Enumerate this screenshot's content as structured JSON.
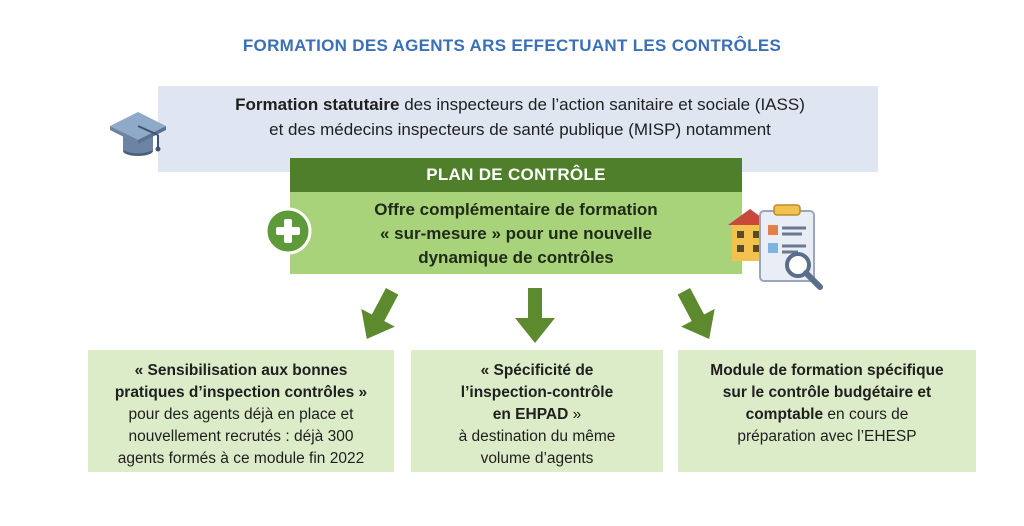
{
  "title": "FORMATION DES AGENTS ARS EFFECTUANT LES CONTRÔLES",
  "statutaire": {
    "bold": "Formation statutaire",
    "line1_rest": " des inspecteurs de l’action sanitaire et sociale (IASS)",
    "line2": "et des médecins inspecteurs de santé publique (MISP) notamment"
  },
  "plan": {
    "header": "PLAN DE CONTRÔLE",
    "line1": "Offre complémentaire de formation",
    "line2": "« sur-mesure » pour une nouvelle",
    "line3": "dynamique de contrôles"
  },
  "boxes": [
    {
      "bold1": "« Sensibilisation aux bonnes",
      "bold2": "pratiques d’inspection contrôles »",
      "line3": "pour des agents déjà en place et",
      "line4": "nouvellement recrutés : déjà 300",
      "line5": "agents formés à ce module fin 2022"
    },
    {
      "bold1": "« Spécificité de",
      "bold2": "l’inspection-contrôle",
      "bold3": "en EHPAD",
      "line3_rest": " »",
      "line4": "à destination du même",
      "line5": "volume d’agents"
    },
    {
      "bold1": "Module de formation spécifique",
      "bold2": "sur le contrôle budgétaire et",
      "bold3": "comptable",
      "line3_rest": " en cours de",
      "line4": "préparation avec l’EHESP"
    }
  ],
  "colors": {
    "title": "#3b6fb6",
    "top_box": "#dfe5f1",
    "plan_header": "#4f7f2a",
    "plan_body": "#a9d37b",
    "arrow": "#5e8a2f",
    "bottom_box": "#dcebc8"
  }
}
